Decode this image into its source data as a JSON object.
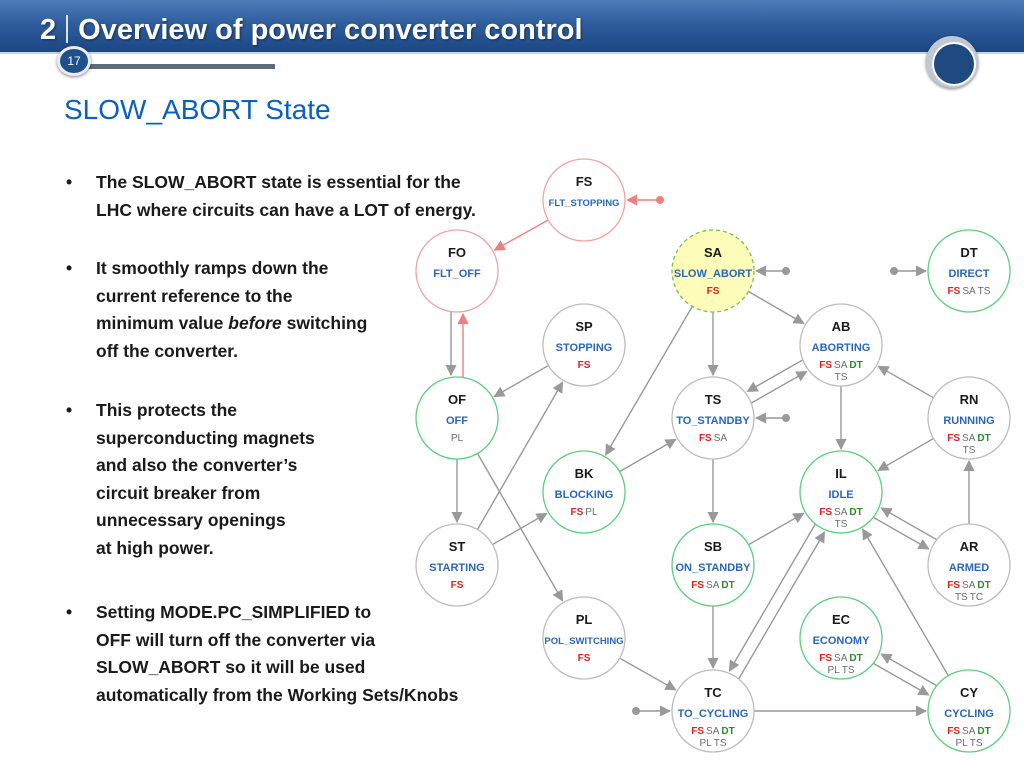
{
  "header": {
    "section_number": "2",
    "title": "Overview of power converter control",
    "page_number": "17"
  },
  "slide_title": "SLOW_ABORT State",
  "bullets": [
    {
      "lines": [
        "The SLOW_ABORT state is essential for the",
        "LHC where circuits can have a LOT of energy."
      ]
    },
    {
      "lines": [
        "It smoothly ramps down the",
        "current reference to the"
      ],
      "line3_pre": "minimum value ",
      "line3_em": "before",
      "line3_post": " switching",
      "line4": "off the converter."
    },
    {
      "lines": [
        "This protects the",
        "superconducting magnets",
        "and also the converter’s",
        "circuit breaker from",
        "unnecessary openings",
        "at high power."
      ]
    },
    {
      "lines": [
        "Setting MODE.PC_SIMPLIFIED to",
        "OFF will turn off the converter via",
        "SLOW_ABORT so it will be used",
        "automatically from the Working Sets/Knobs"
      ]
    }
  ],
  "colors": {
    "fault_border": "#f2a3a3",
    "normal_border": "#bdbdbd",
    "active_border": "#5ccf7e",
    "slow_abort_fill": "#fdfcb8",
    "slow_abort_border": "#7bbf5a",
    "arrow_grey": "#999999",
    "arrow_red": "#f08080",
    "fs_red": "#e02020",
    "dt_green": "#2d8a2d",
    "label_blue": "#2a67b8"
  },
  "states": [
    {
      "id": "FS",
      "code": "FS",
      "label": "FLT_STOPPING",
      "lines": []
    },
    {
      "id": "FO",
      "code": "FO",
      "label": "FLT_OFF",
      "lines": []
    },
    {
      "id": "SA",
      "code": "SA",
      "label": "SLOW_ABORT",
      "lines": [
        [
          {
            "t": "FS",
            "c": "fs"
          }
        ]
      ]
    },
    {
      "id": "DT",
      "code": "DT",
      "label": "DIRECT",
      "lines": [
        [
          {
            "t": "FS",
            "c": "fs"
          },
          {
            "t": "SA",
            "c": "grey"
          },
          {
            "t": "TS",
            "c": "grey"
          }
        ]
      ]
    },
    {
      "id": "SP",
      "code": "SP",
      "label": "STOPPING",
      "lines": [
        [
          {
            "t": "FS",
            "c": "fs"
          }
        ]
      ]
    },
    {
      "id": "AB",
      "code": "AB",
      "label": "ABORTING",
      "lines": [
        [
          {
            "t": "FS",
            "c": "fs"
          },
          {
            "t": "SA",
            "c": "grey"
          },
          {
            "t": "DT",
            "c": "dt"
          }
        ],
        [
          {
            "t": "TS",
            "c": "grey"
          }
        ]
      ]
    },
    {
      "id": "OF",
      "code": "OF",
      "label": "OFF",
      "lines": [
        [
          {
            "t": "PL",
            "c": "grey"
          }
        ]
      ]
    },
    {
      "id": "TS",
      "code": "TS",
      "label": "TO_STANDBY",
      "lines": [
        [
          {
            "t": "FS",
            "c": "fs"
          },
          {
            "t": "SA",
            "c": "grey"
          }
        ]
      ]
    },
    {
      "id": "RN",
      "code": "RN",
      "label": "RUNNING",
      "lines": [
        [
          {
            "t": "FS",
            "c": "fs"
          },
          {
            "t": "SA",
            "c": "grey"
          },
          {
            "t": "DT",
            "c": "dt"
          }
        ],
        [
          {
            "t": "TS",
            "c": "grey"
          }
        ]
      ]
    },
    {
      "id": "BK",
      "code": "BK",
      "label": "BLOCKING",
      "lines": [
        [
          {
            "t": "FS",
            "c": "fs"
          },
          {
            "t": "PL",
            "c": "grey"
          }
        ]
      ]
    },
    {
      "id": "IL",
      "code": "IL",
      "label": "IDLE",
      "lines": [
        [
          {
            "t": "FS",
            "c": "fs"
          },
          {
            "t": "SA",
            "c": "grey"
          },
          {
            "t": "DT",
            "c": "dt"
          }
        ],
        [
          {
            "t": "TS",
            "c": "grey"
          }
        ]
      ]
    },
    {
      "id": "ST",
      "code": "ST",
      "label": "STARTING",
      "lines": [
        [
          {
            "t": "FS",
            "c": "fs"
          }
        ]
      ]
    },
    {
      "id": "SB",
      "code": "SB",
      "label": "ON_STANDBY",
      "lines": [
        [
          {
            "t": "FS",
            "c": "fs"
          },
          {
            "t": "SA",
            "c": "grey"
          },
          {
            "t": "DT",
            "c": "dt"
          }
        ]
      ]
    },
    {
      "id": "AR",
      "code": "AR",
      "label": "ARMED",
      "lines": [
        [
          {
            "t": "FS",
            "c": "fs"
          },
          {
            "t": "SA",
            "c": "grey"
          },
          {
            "t": "DT",
            "c": "dt"
          }
        ],
        [
          {
            "t": "TS",
            "c": "grey"
          },
          {
            "t": "TC",
            "c": "grey"
          }
        ]
      ]
    },
    {
      "id": "PL",
      "code": "PL",
      "label": "POL_SWITCHING",
      "lines": [
        [
          {
            "t": "FS",
            "c": "fs"
          }
        ]
      ]
    },
    {
      "id": "EC",
      "code": "EC",
      "label": "ECONOMY",
      "lines": [
        [
          {
            "t": "FS",
            "c": "fs"
          },
          {
            "t": "SA",
            "c": "grey"
          },
          {
            "t": "DT",
            "c": "dt"
          }
        ],
        [
          {
            "t": "PL",
            "c": "grey"
          },
          {
            "t": "TS",
            "c": "grey"
          }
        ]
      ]
    },
    {
      "id": "TC",
      "code": "TC",
      "label": "TO_CYCLING",
      "lines": [
        [
          {
            "t": "FS",
            "c": "fs"
          },
          {
            "t": "SA",
            "c": "grey"
          },
          {
            "t": "DT",
            "c": "dt"
          }
        ],
        [
          {
            "t": "PL",
            "c": "grey"
          },
          {
            "t": "TS",
            "c": "grey"
          }
        ]
      ]
    },
    {
      "id": "CY",
      "code": "CY",
      "label": "CYCLING",
      "lines": [
        [
          {
            "t": "FS",
            "c": "fs"
          },
          {
            "t": "SA",
            "c": "grey"
          },
          {
            "t": "DT",
            "c": "dt"
          }
        ],
        [
          {
            "t": "PL",
            "c": "grey"
          },
          {
            "t": "TS",
            "c": "grey"
          }
        ]
      ]
    }
  ],
  "transitions": [
    {
      "from": "FS",
      "to": "FO",
      "kind": "red"
    },
    {
      "from": "OF",
      "to": "FO",
      "kind": "red"
    },
    {
      "from": "FO",
      "to": "OF",
      "kind": "grey"
    },
    {
      "from": "OF",
      "to": "ST",
      "kind": "grey"
    },
    {
      "from": "SP",
      "to": "OF",
      "kind": "grey"
    },
    {
      "from": "ST",
      "to": "SP",
      "kind": "grey"
    },
    {
      "from": "ST",
      "to": "BK",
      "kind": "grey"
    },
    {
      "from": "OF",
      "to": "PL",
      "kind": "grey"
    },
    {
      "from": "BK",
      "to": "TS",
      "kind": "grey"
    },
    {
      "from": "SA",
      "to": "BK",
      "kind": "grey"
    },
    {
      "from": "SA",
      "to": "TS",
      "kind": "grey"
    },
    {
      "from": "SA",
      "to": "AB",
      "kind": "grey"
    },
    {
      "from": "AB",
      "to": "TS",
      "kind": "grey"
    },
    {
      "from": "TS",
      "to": "AB",
      "kind": "grey"
    },
    {
      "from": "AB",
      "to": "IL",
      "kind": "grey"
    },
    {
      "from": "RN",
      "to": "AB",
      "kind": "grey"
    },
    {
      "from": "RN",
      "to": "IL",
      "kind": "grey"
    },
    {
      "from": "IL",
      "to": "AR",
      "kind": "grey"
    },
    {
      "from": "AR",
      "to": "IL",
      "kind": "grey"
    },
    {
      "from": "AR",
      "to": "RN",
      "kind": "grey"
    },
    {
      "from": "TS",
      "to": "SB",
      "kind": "grey"
    },
    {
      "from": "SB",
      "to": "IL",
      "kind": "grey"
    },
    {
      "from": "SB",
      "to": "TC",
      "kind": "grey"
    },
    {
      "from": "TC",
      "to": "IL",
      "kind": "grey"
    },
    {
      "from": "IL",
      "to": "TC",
      "kind": "grey"
    },
    {
      "from": "EC",
      "to": "CY",
      "kind": "grey"
    },
    {
      "from": "CY",
      "to": "EC",
      "kind": "grey"
    },
    {
      "from": "CY",
      "to": "IL",
      "kind": "grey"
    },
    {
      "from": "TC",
      "to": "CY",
      "kind": "grey"
    },
    {
      "from": "PL",
      "to": "TC",
      "kind": "grey"
    }
  ],
  "external_inputs": [
    {
      "to": "FS",
      "kind": "red"
    },
    {
      "to": "SA",
      "kind": "grey"
    },
    {
      "to": "DT",
      "kind": "grey"
    },
    {
      "to": "TS",
      "kind": "grey"
    },
    {
      "to": "TC",
      "kind": "grey"
    }
  ]
}
